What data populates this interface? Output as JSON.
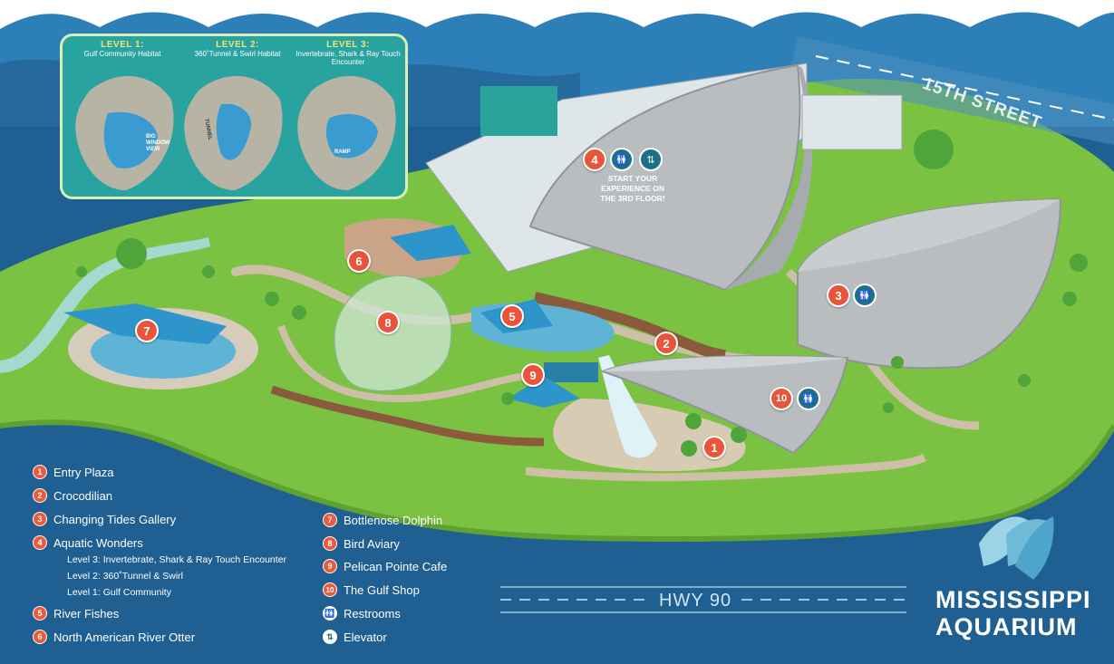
{
  "levels": [
    {
      "title": "LEVEL 1:",
      "subtitle": "Gulf Community Habitat"
    },
    {
      "title": "LEVEL 2:",
      "subtitle": "360˚Tunnel & Swirl Habitat"
    },
    {
      "title": "LEVEL 3:",
      "subtitle": "Invertebrate, Shark & Ray Touch Encounter"
    }
  ],
  "inset_labels": {
    "window": "BIG WINDOW VIEW",
    "tunnel": "TUNNEL",
    "ramp": "RAMP"
  },
  "callout": {
    "line1": "START YOUR",
    "line2": "EXPERIENCE ON",
    "line3": "THE 3RD FLOOR!"
  },
  "streets": {
    "north": "15TH STREET",
    "south": "HWY 90"
  },
  "brand": {
    "line1": "MISSISSIPPI",
    "line2": "AQUARIUM"
  },
  "legend": {
    "left": [
      {
        "num": "1",
        "label": "Entry Plaza"
      },
      {
        "num": "2",
        "label": "Crocodilian"
      },
      {
        "num": "3",
        "label": "Changing Tides Gallery"
      },
      {
        "num": "4",
        "label": "Aquatic Wonders"
      },
      {
        "num": "5",
        "label": "River Fishes"
      },
      {
        "num": "6",
        "label": "North American River Otter"
      }
    ],
    "aquatic_sub": [
      "Level 3: Invertebrate, Shark & Ray Touch Encounter",
      "Level 2: 360˚Tunnel & Swirl",
      "Level 1: Gulf Community"
    ],
    "right": [
      {
        "num": "7",
        "label": "Bottlenose Dolphin"
      },
      {
        "num": "8",
        "label": "Bird Aviary"
      },
      {
        "num": "9",
        "label": "Pelican Pointe Cafe"
      },
      {
        "num": "10",
        "label": "The Gulf Shop"
      },
      {
        "icon": "restroom-icon",
        "label": "Restrooms"
      },
      {
        "icon": "elevator-icon",
        "label": "Elevator"
      }
    ]
  },
  "markers": [
    "1",
    "2",
    "3",
    "4",
    "5",
    "6",
    "7",
    "8",
    "9",
    "10"
  ],
  "colors": {
    "ocean": "#1f5f92",
    "waves": "#2b7bb0",
    "grass": "#7cc242",
    "path": "#cdbfa8",
    "water": "#5fb4d6",
    "building": "#bfc3c6",
    "marker": "#e8553a",
    "inset": "#29a3a0",
    "canopy": "#2d95c9"
  }
}
